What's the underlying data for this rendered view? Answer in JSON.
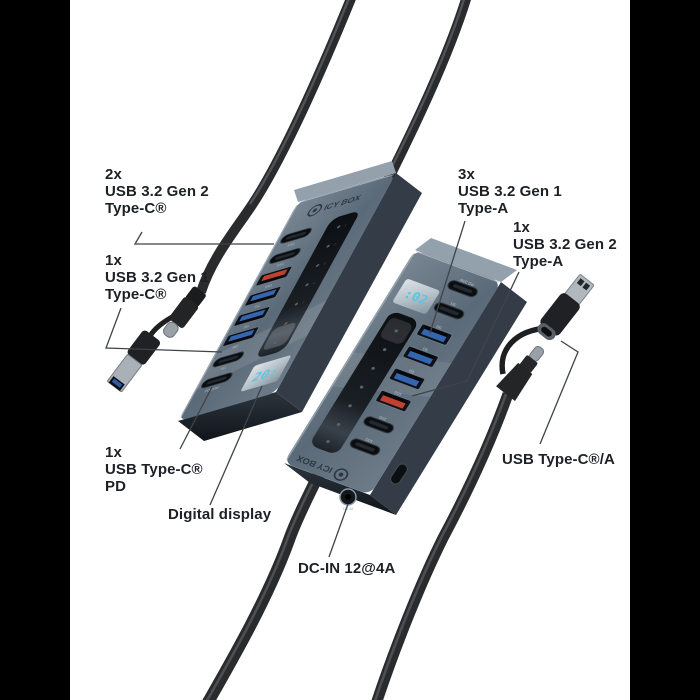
{
  "scene": {
    "background": "#ffffff",
    "side_bar_color": "#000000",
    "brand": "ICY BOX",
    "colors": {
      "hub_body": "#5d6c7b",
      "usb_blue": "#3565ae",
      "usb_red": "#c2402f",
      "display_cyan": "#5cc4e0",
      "cable": "#2a2b2d",
      "label_text": "#1d2126"
    }
  },
  "annotations": [
    {
      "id": "usbc-gen2",
      "lines": [
        "2x",
        "USB 3.2 Gen 2",
        "Type-C®"
      ]
    },
    {
      "id": "usbc-gen1",
      "lines": [
        "1x",
        "USB 3.2 Gen 1",
        "Type-C®"
      ]
    },
    {
      "id": "usbc-pd",
      "lines": [
        "1x",
        "USB Type-C®",
        "PD"
      ]
    },
    {
      "id": "digital-display",
      "lines": [
        "Digital display"
      ]
    },
    {
      "id": "usba-gen1",
      "lines": [
        "3x",
        "USB 3.2 Gen 1",
        "Type-A"
      ]
    },
    {
      "id": "usba-gen2",
      "lines": [
        "1x",
        "USB 3.2 Gen 2",
        "Type-A"
      ]
    },
    {
      "id": "usb-ca",
      "lines": [
        "USB Type-C®/A"
      ]
    },
    {
      "id": "dc-in",
      "lines": [
        "DC-IN 12@4A"
      ]
    }
  ],
  "left_hub": {
    "logo": "ICY BOX",
    "display_value": "20:",
    "led_numbers": [
      "1",
      "2",
      "3",
      "4",
      "5",
      "6",
      "7"
    ],
    "ports": [
      {
        "type": "usb-c",
        "label": "10G"
      },
      {
        "type": "usb-c",
        "label": "10G"
      },
      {
        "type": "usb-a-red",
        "label": "10G"
      },
      {
        "type": "usb-a-blue",
        "label": "5G"
      },
      {
        "type": "usb-a-blue",
        "label": "5G"
      },
      {
        "type": "usb-a-blue",
        "label": "5G"
      },
      {
        "type": "usb-c",
        "label": "5G"
      },
      {
        "type": "usb-c",
        "label": "PD 20W"
      }
    ]
  },
  "right_hub": {
    "logo": "ICY BOX",
    "display_value": ":02",
    "dc_label": "12V 4A",
    "ports": [
      {
        "type": "usb-c",
        "label": "PD 20W"
      },
      {
        "type": "usb-c",
        "label": "5G"
      },
      {
        "type": "usb-a-blue",
        "label": "5G"
      },
      {
        "type": "usb-a-blue",
        "label": "5G"
      },
      {
        "type": "usb-a-blue",
        "label": "5G"
      },
      {
        "type": "usb-a-red",
        "label": "10G"
      },
      {
        "type": "usb-c",
        "label": "10G"
      },
      {
        "type": "usb-c",
        "label": "10G"
      }
    ]
  }
}
